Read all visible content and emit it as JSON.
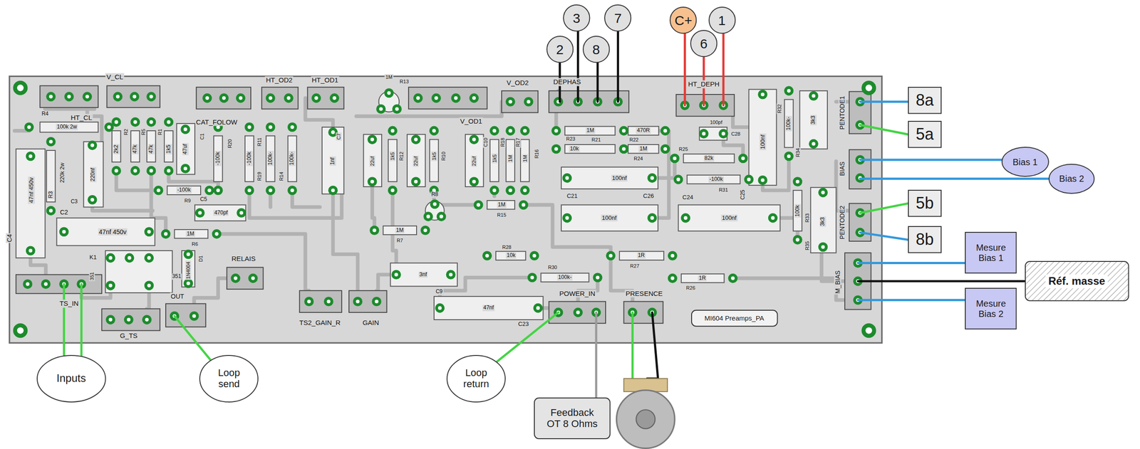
{
  "diagram": {
    "nodes": [
      {
        "text": [
          "2"
        ]
      },
      {
        "text": [
          "3"
        ]
      },
      {
        "text": [
          "8"
        ]
      },
      {
        "text": [
          "7"
        ]
      },
      {
        "text": [
          "C+"
        ]
      },
      {
        "text": [
          "6"
        ]
      },
      {
        "text": [
          "1"
        ]
      },
      {
        "text": [
          "8a"
        ]
      },
      {
        "text": [
          "5a"
        ]
      },
      {
        "text": [
          "Bias 1"
        ]
      },
      {
        "text": [
          "Bias 2"
        ]
      },
      {
        "text": [
          "5b"
        ]
      },
      {
        "text": [
          "8b"
        ]
      },
      {
        "text": [
          "Mesure Bias 1"
        ]
      },
      {
        "text": [
          "Réf. masse"
        ]
      },
      {
        "text": [
          "Mesure Bias 2"
        ]
      },
      {
        "text": [
          "MI604 Preamps_PA"
        ]
      },
      {
        "text": [
          "Inputs"
        ]
      },
      {
        "text": [
          "Loop send"
        ]
      },
      {
        "text": [
          "Loop return"
        ]
      },
      {
        "text": [
          "Feedback OT 8 Ohms"
        ]
      }
    ],
    "labels": [
      "V_CL",
      "R4",
      "HT_CL",
      "100k 2w",
      "CAT_FOLOW",
      "HT_OD2",
      "HT_OD1",
      "47nf 450v",
      "C4",
      "R3",
      "220k 2w",
      "C3",
      "220nf",
      "C2",
      "47nf 450v",
      "2k2",
      "R2",
      "47k",
      "R5",
      "47k",
      "R1",
      "1k5",
      "47uf",
      "C1",
      "-100k",
      "R20",
      "-100k",
      "R19",
      "R11",
      "100k-",
      "R14",
      "100k-",
      "C7",
      "1nf",
      "-100k",
      "R9",
      "C5",
      "470pf",
      "1M",
      "R6",
      "K1",
      "351",
      "351",
      "1N4004",
      "D1",
      "RELAIS",
      "OUT",
      "TS_IN",
      "G_TS",
      "TS2_GAIN_R",
      "GAIN",
      "1M",
      "R13",
      "22uf",
      "1k5",
      "R12",
      "22uf",
      "1k5",
      "R10",
      "V_OD1",
      "22uf",
      "C10",
      "1k5",
      "R18",
      "1M",
      "R17",
      "1M",
      "R16",
      "V_OD2",
      "R8",
      "1M",
      "R15",
      "1M",
      "R7",
      "3nf",
      "C9",
      "R28",
      "10k",
      "R30",
      "100k-",
      "47nf",
      "C23",
      "POWER_IN",
      "DEPHAS",
      "1M",
      "R23",
      "R21",
      "10k",
      "470R",
      "R22",
      "1M",
      "R24",
      "100nf",
      "C21",
      "C26",
      "100nf",
      "1R",
      "R27",
      "PRESENCE",
      "1R",
      "R26",
      "HT_DEPH",
      "100pf",
      "C28",
      "R25",
      "82k",
      "-100k",
      "R31",
      "C25",
      "C24",
      "100nf",
      "100nf",
      "R32",
      "100k-",
      "R34",
      "3k3",
      "PENTODE1",
      "BIAS",
      "100k",
      "R33",
      "3k3",
      "R35",
      "PENTODE2",
      "M_BIAS"
    ]
  }
}
